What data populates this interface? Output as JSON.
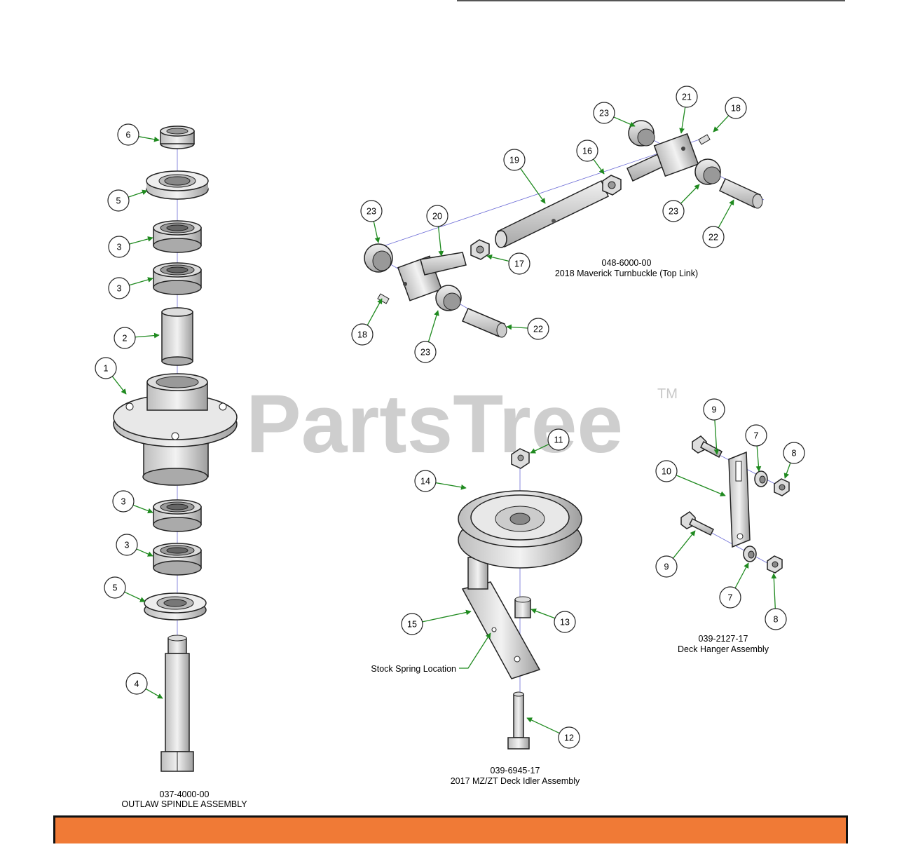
{
  "watermark": {
    "brand": "PartsTree",
    "mark": "TM"
  },
  "assemblies": [
    {
      "part_number": "037-4000-00",
      "name": "OUTLAW SPINDLE ASSEMBLY",
      "callouts": [
        "6",
        "5",
        "3",
        "3",
        "2",
        "1",
        "3",
        "3",
        "5",
        "4"
      ]
    },
    {
      "part_number": "048-6000-00",
      "name": "2018 Maverick Turnbuckle (Top Link)",
      "callouts": [
        "21",
        "18",
        "23",
        "16",
        "19",
        "23",
        "22",
        "23",
        "20",
        "17",
        "18",
        "23",
        "22"
      ]
    },
    {
      "part_number": "039-6945-17",
      "name": "2017 MZ/ZT Deck Idler Assembly",
      "callouts": [
        "11",
        "14",
        "15",
        "13",
        "12"
      ],
      "annotation": "Stock Spring Location"
    },
    {
      "part_number": "039-2127-17",
      "name": "Deck Hanger Assembly",
      "callouts": [
        "9",
        "7",
        "8",
        "10",
        "9",
        "7",
        "8"
      ]
    }
  ],
  "colors": {
    "leader": "#1f8a1f",
    "outline": "#222222",
    "footer": "#f07a36",
    "watermark": "#c9c9c9"
  }
}
